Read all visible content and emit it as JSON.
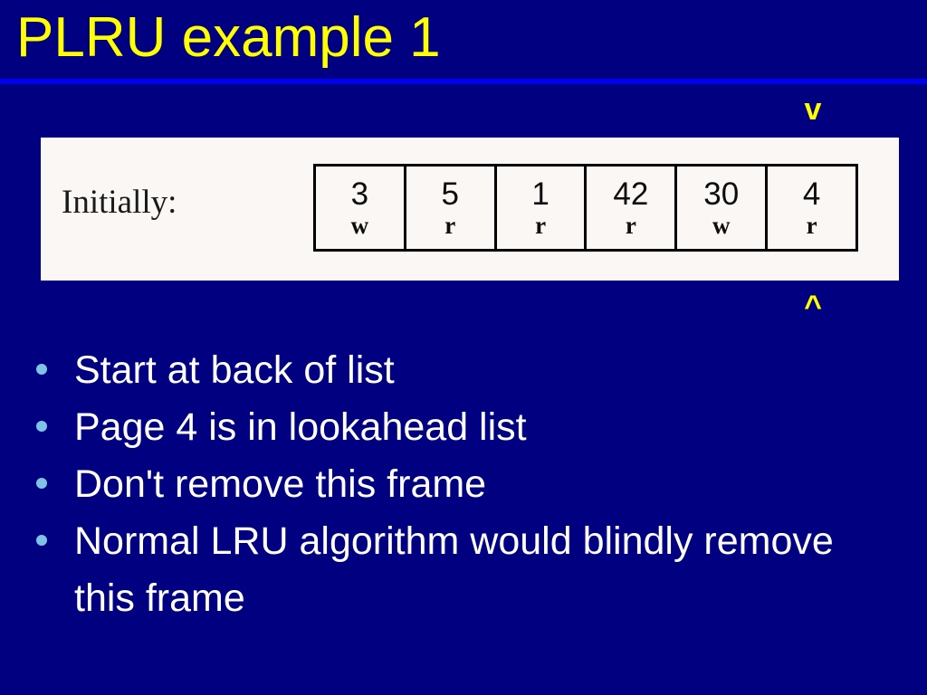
{
  "slide": {
    "title": "PLRU example 1",
    "title_color": "#ffff00",
    "background_color": "#000080",
    "rule_color": "#0000f0",
    "body_text_color": "#ffffff",
    "bullet_color": "#7ec3e6",
    "panel_background": "#fbf7f5"
  },
  "markers": {
    "top": "v",
    "bottom": "^"
  },
  "frame_panel": {
    "label": "Initially:",
    "cells": [
      {
        "page": "3",
        "mode": "w"
      },
      {
        "page": "5",
        "mode": "r"
      },
      {
        "page": "1",
        "mode": "r"
      },
      {
        "page": "42",
        "mode": "r"
      },
      {
        "page": "30",
        "mode": "w"
      },
      {
        "page": "4",
        "mode": "r"
      }
    ]
  },
  "bullets": [
    {
      "text": "Start at back of list"
    },
    {
      "text": "Page 4 is in lookahead list"
    },
    {
      "text": "Don't remove this frame"
    },
    {
      "text": "Normal LRU algorithm would blindly remove this frame"
    }
  ]
}
